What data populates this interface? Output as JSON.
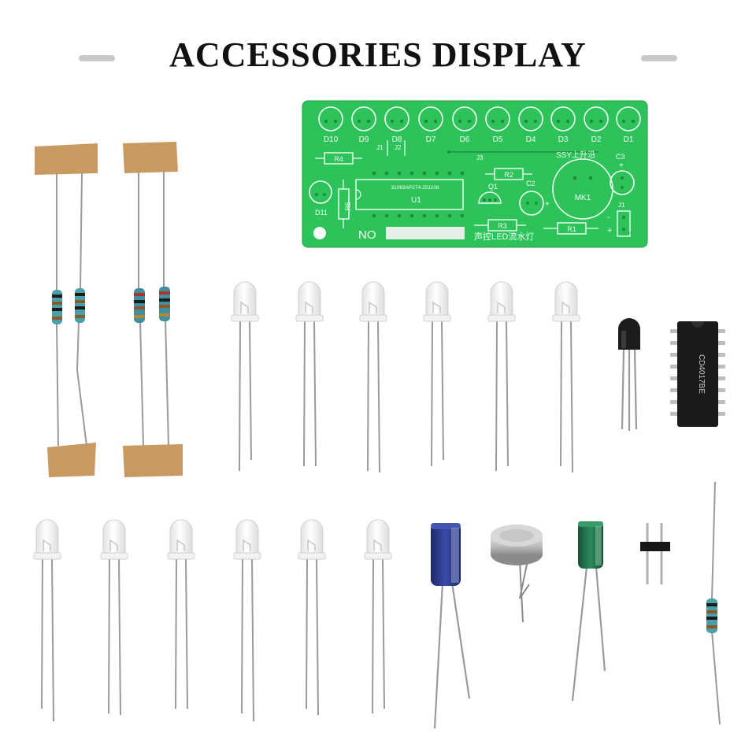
{
  "title": "ACCESSORIES DISPLAY",
  "colors": {
    "pcb": "#2ec25a",
    "pcb_silk": "#f2fff4",
    "tape": "#c89a62",
    "lead": "#9a9a9a",
    "capacitor_large": "#2b3a8a",
    "capacitor_small": "#1f6b47",
    "ic_body": "#1a1a1a",
    "led": "#f7f7f7"
  },
  "pcb": {
    "leds": [
      "D10",
      "D9",
      "D8",
      "D7",
      "D6",
      "D5",
      "D4",
      "D3",
      "D2",
      "D1"
    ],
    "labels": {
      "d11": "D11",
      "j1": "J1",
      "j2": "J2",
      "j3": "J3",
      "j1_right": "J1",
      "r1": "R1",
      "r2": "R2",
      "r3": "R3",
      "r4": "R4",
      "r5": "R5",
      "u1": "U1",
      "u1_code": "31063AP274-251108",
      "q1": "Q1",
      "c2": "C2",
      "c3": "C3",
      "mk1": "MK1",
      "ssy": "SSY上升沿",
      "no": "NO",
      "bottom": "声控LED流水灯",
      "plus": "+",
      "minus": "-"
    }
  },
  "chip_marking": "CD4017BE"
}
